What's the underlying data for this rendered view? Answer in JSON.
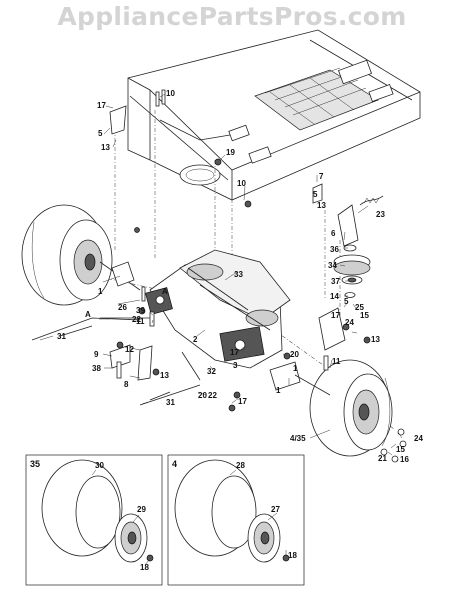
{
  "watermark": "AppliancePartsPros.com",
  "callouts": {
    "n1": "1",
    "n2": "2",
    "n3": "3",
    "n4": "4",
    "n5": "5",
    "n6": "6",
    "n7": "7",
    "n8": "8",
    "n9": "9",
    "n10": "10",
    "n11": "11",
    "n12": "12",
    "n13": "13",
    "n14": "14",
    "n15": "15",
    "n16": "16",
    "n17": "17",
    "n18": "18",
    "n19": "19",
    "n20": "20",
    "n21": "21",
    "n22": "22",
    "n23": "23",
    "n24": "24",
    "n25": "25",
    "n26": "26",
    "n27": "27",
    "n28": "28",
    "n29": "29",
    "n30": "30",
    "n31": "31",
    "n32": "32",
    "n33": "33",
    "n34": "34",
    "n35": "35",
    "n36": "36",
    "n37": "37",
    "n38": "38",
    "n39": "39",
    "n4_35": "4/35",
    "A": "A"
  },
  "inset_labels": {
    "left": "35",
    "right": "4"
  }
}
